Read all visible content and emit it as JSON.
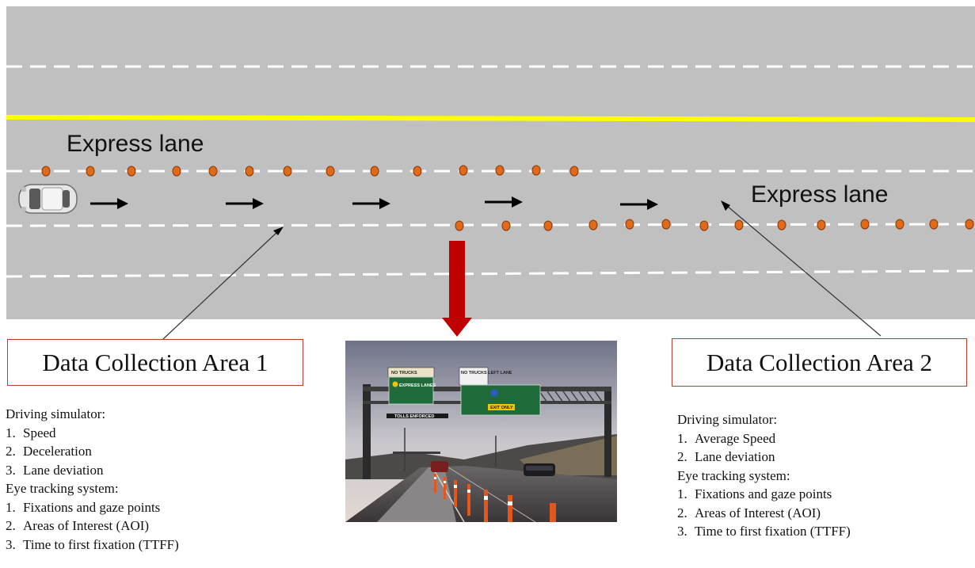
{
  "road": {
    "lane_label_1": "Express lane",
    "lane_label_2": "Express lane",
    "colors": {
      "asphalt": "#c0c0c0",
      "center_line": "#ffff00",
      "lane_marking": "#ffffff",
      "cone": "#e06a1a",
      "arrow_down": "#c00000"
    }
  },
  "area1": {
    "title": "Data Collection Area 1",
    "simulator_heading": "Driving simulator:",
    "simulator_items": [
      "Speed",
      "Deceleration",
      "Lane deviation"
    ],
    "eye_heading": "Eye tracking system:",
    "eye_items": [
      "Fixations and gaze points",
      "Areas of Interest (AOI)",
      "Time to first fixation (TTFF)"
    ]
  },
  "area2": {
    "title": "Data Collection Area 2",
    "simulator_heading": "Driving simulator:",
    "simulator_items": [
      "Average Speed",
      "Lane deviation"
    ],
    "eye_heading": "Eye tracking system:",
    "eye_items": [
      "Fixations and gaze points",
      "Areas of Interest (AOI)",
      "Time to first fixation (TTFF)"
    ]
  },
  "numbers": [
    "1.",
    "2.",
    "3."
  ],
  "photo": {
    "sign_left_top": "NO TRUCKS",
    "sign_left_main": "EXPRESS LANES",
    "sign_left_bottom": "TOLLS ENFORCED",
    "sign_right_top": "NO TRUCKS LEFT LANE",
    "sign_right_exit": "EXIT ONLY"
  }
}
